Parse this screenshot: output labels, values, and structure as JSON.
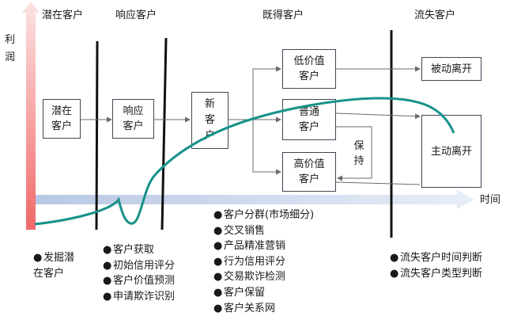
{
  "stages": {
    "potential": "潜在客户",
    "responding": "响应客户",
    "acquired": "既得客户",
    "churned": "流失客户"
  },
  "axes": {
    "y_label": "利润",
    "x_label": "时间"
  },
  "nodes": {
    "potential": [
      "潜在",
      "客户"
    ],
    "responding": [
      "响应",
      "客户"
    ],
    "new": [
      "新",
      "客",
      "户"
    ],
    "low_value": [
      "低价值",
      "客户"
    ],
    "normal": [
      "普通",
      "客户"
    ],
    "high_value": [
      "高价值",
      "客户"
    ],
    "retain": [
      "保",
      "持"
    ],
    "passive_leave": "被动离开",
    "active_leave": "主动离开"
  },
  "activities": {
    "potential": [
      "发掘潜",
      "在客户"
    ],
    "responding": [
      "客户获取",
      "初始信用评分",
      "客户价值预测",
      "申请欺诈识别"
    ],
    "acquired": [
      "客户分群(市场细分)",
      "交叉销售",
      "产品精准营销",
      "行为信用评分",
      "交易欺诈检测",
      "客户保留",
      "客户关系网"
    ],
    "churned": [
      "流失客户时间判断",
      "流失客户类型判断"
    ]
  },
  "bullet_symbol": "●",
  "colors": {
    "profit_curve": "#17928a",
    "y_axis": "#f08080",
    "x_axis": "#cfd9ea",
    "box_border": "#3f4654",
    "connector": "#6b6b6b",
    "divider": "#111111"
  }
}
